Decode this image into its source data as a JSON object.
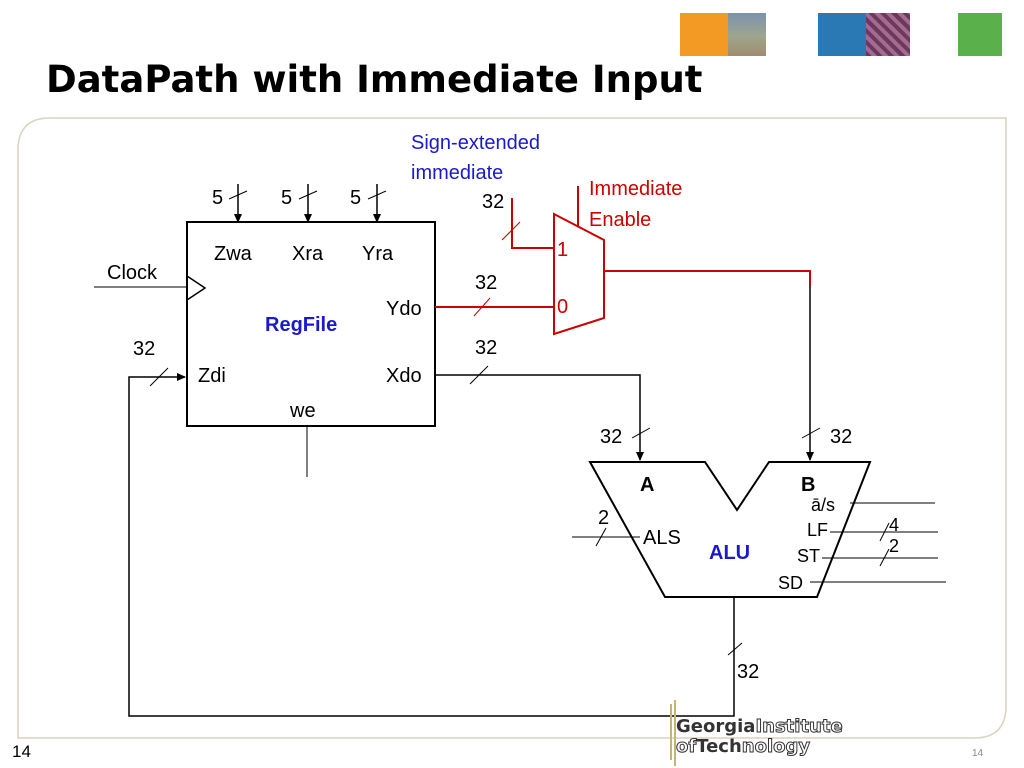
{
  "slide": {
    "title": "DataPath with Immediate Input",
    "slide_number": "14",
    "slide_number_small": "14"
  },
  "logo": {
    "line1_bold": "Georgia",
    "line1_outline": "Institute",
    "line2_outline_a": "of",
    "line2_bold": "Tech",
    "line2_outline_b": "nology"
  },
  "colors": {
    "black": "#000000",
    "red": "#cc0000",
    "blue": "#1a1acc",
    "orange": "#f39a25",
    "teal": "#2a78b4",
    "green": "#5ab04a",
    "frame": "#d8d4bf"
  },
  "diagram": {
    "sign_ext_line1": "Sign-extended",
    "sign_ext_line2": "immediate",
    "imm_enable_line1": "Immediate",
    "imm_enable_line2": "Enable",
    "clock": "Clock",
    "regfile": {
      "name": "RegFile",
      "zwa": "Zwa",
      "xra": "Xra",
      "yra": "Yra",
      "ydo": "Ydo",
      "xdo": "Xdo",
      "zdi": "Zdi",
      "we": "we"
    },
    "mux": {
      "in1": "1",
      "in0": "0"
    },
    "alu": {
      "name": "ALU",
      "a": "A",
      "b": "B",
      "als": "ALS",
      "as": "ā/s",
      "lf": "LF",
      "st": "ST",
      "sd": "SD"
    },
    "widths": {
      "zwa": "5",
      "xra": "5",
      "yra": "5",
      "imm": "32",
      "ydo": "32",
      "xdo": "32",
      "zdi": "32",
      "alu_a": "32",
      "alu_b": "32",
      "als": "2",
      "lf": "4",
      "st": "2",
      "out": "32"
    }
  }
}
